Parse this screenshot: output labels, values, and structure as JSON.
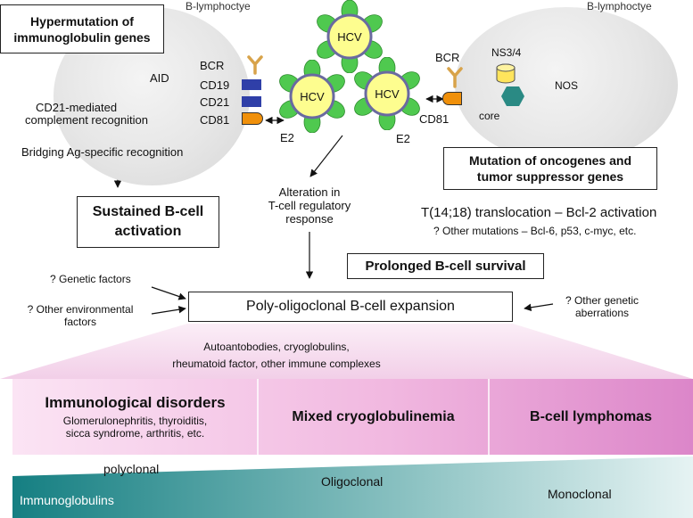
{
  "left_cell": {
    "header": "B-lymphoctye",
    "title_line1": "Hypermutation of",
    "title_line2": "immunoglobulin genes",
    "aid": "AID",
    "receptors": [
      "BCR",
      "CD19",
      "CD21",
      "CD81"
    ],
    "cd21_line1": "CD21-mediated",
    "cd21_line2": "complement recognition",
    "bridging": "Bridging Ag-specific recognition",
    "e2": "E2"
  },
  "right_cell": {
    "header": "B-lymphoctye",
    "bcr": "BCR",
    "ns34": "NS3/4",
    "nos": "NOS",
    "core": "core",
    "cd81": "CD81",
    "e2": "E2",
    "mutation_line1": "Mutation of oncogenes and",
    "mutation_line2": "tumor suppressor genes"
  },
  "virus_label": "HCV",
  "sustained_line1": "Sustained B-cell",
  "sustained_line2": "activation",
  "alteration_line1": "Alteration in",
  "alteration_line2": "T-cell regulatory",
  "alteration_line3": "response",
  "translocation": "T(14;18) translocation – Bcl-2 activation",
  "other_mutations": "? Other mutations – Bcl-6, p53, c-myc, etc.",
  "prolonged": "Prolonged B-cell survival",
  "genetic_factors": "? Genetic factors",
  "env_line1": "? Other environmental",
  "env_line2": "factors",
  "genetic_ab_line1": "? Other genetic",
  "genetic_ab_line2": "aberrations",
  "expansion": "Poly-oligoclonal B-cell expansion",
  "auto_line1": "Autoantobodies, cryoglobulins,",
  "auto_line2": "rheumatoid factor, other immune complexes",
  "categories": {
    "immunological_title": "Immunological disorders",
    "immunological_line1": "Glomerulonephritis, thyroiditis,",
    "immunological_line2": "sicca syndrome, arthritis, etc.",
    "cryo": "Mixed cryoglobulinemia",
    "lymphoma": "B-cell lymphomas"
  },
  "clonality": [
    "polyclonal",
    "Oligoclonal",
    "Monoclonal"
  ],
  "immunoglobulins": "Immunoglobulins",
  "colors": {
    "virus_green": "#4fc94f",
    "virus_core": "#fdfd8f",
    "cd19_blue": "#2f3fa8",
    "cd81_orange": "#f0900a",
    "bcr_tan": "#d8a34a",
    "core_teal": "#2a8a84",
    "band_pink": "#e28fd0",
    "teal_wedge": "#1f8a8c"
  }
}
